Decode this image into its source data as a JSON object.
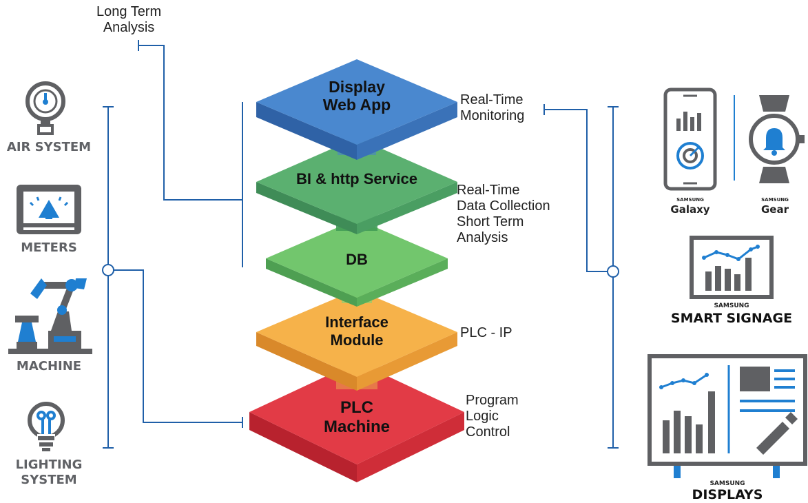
{
  "notes": {
    "long_term": "Long Term\nAnalysis",
    "realtime_monitoring": "Real-Time\nMonitoring",
    "realtime_collection": "Real-Time\nData Collection\nShort Term\nAnalysis",
    "plc_ip": "PLC - IP",
    "program_logic": "Program\nLogic\nControl"
  },
  "layers": [
    {
      "label": "Display\nWeb App",
      "color": "#3f7fc4"
    },
    {
      "label": "BI & http Service",
      "color": "#4da665"
    },
    {
      "label": "DB",
      "color": "#6cc06a"
    },
    {
      "label": "Interface\nModule",
      "color": "#f4a83a"
    },
    {
      "label": "PLC\nMachine",
      "color": "#e23b46"
    }
  ],
  "left_devices": {
    "air": "AIR SYSTEM",
    "meters": "METERS",
    "machine": "MACHINE",
    "lighting": "LIGHTING\nSYSTEM"
  },
  "right_devices": {
    "samsung_small_1": "SAMSUNG",
    "galaxy": "Galaxy",
    "samsung_small_2": "SAMSUNG",
    "gear": "Gear",
    "samsung_small_3": "SAMSUNG",
    "signage": "SMART SIGNAGE",
    "samsung_small_4": "SAMSUNG",
    "displays": "DISPLAYS"
  },
  "colors": {
    "icon_gray": "#5f6063",
    "accent_blue": "#1f7fd1",
    "line_blue": "#1f5fa8"
  }
}
